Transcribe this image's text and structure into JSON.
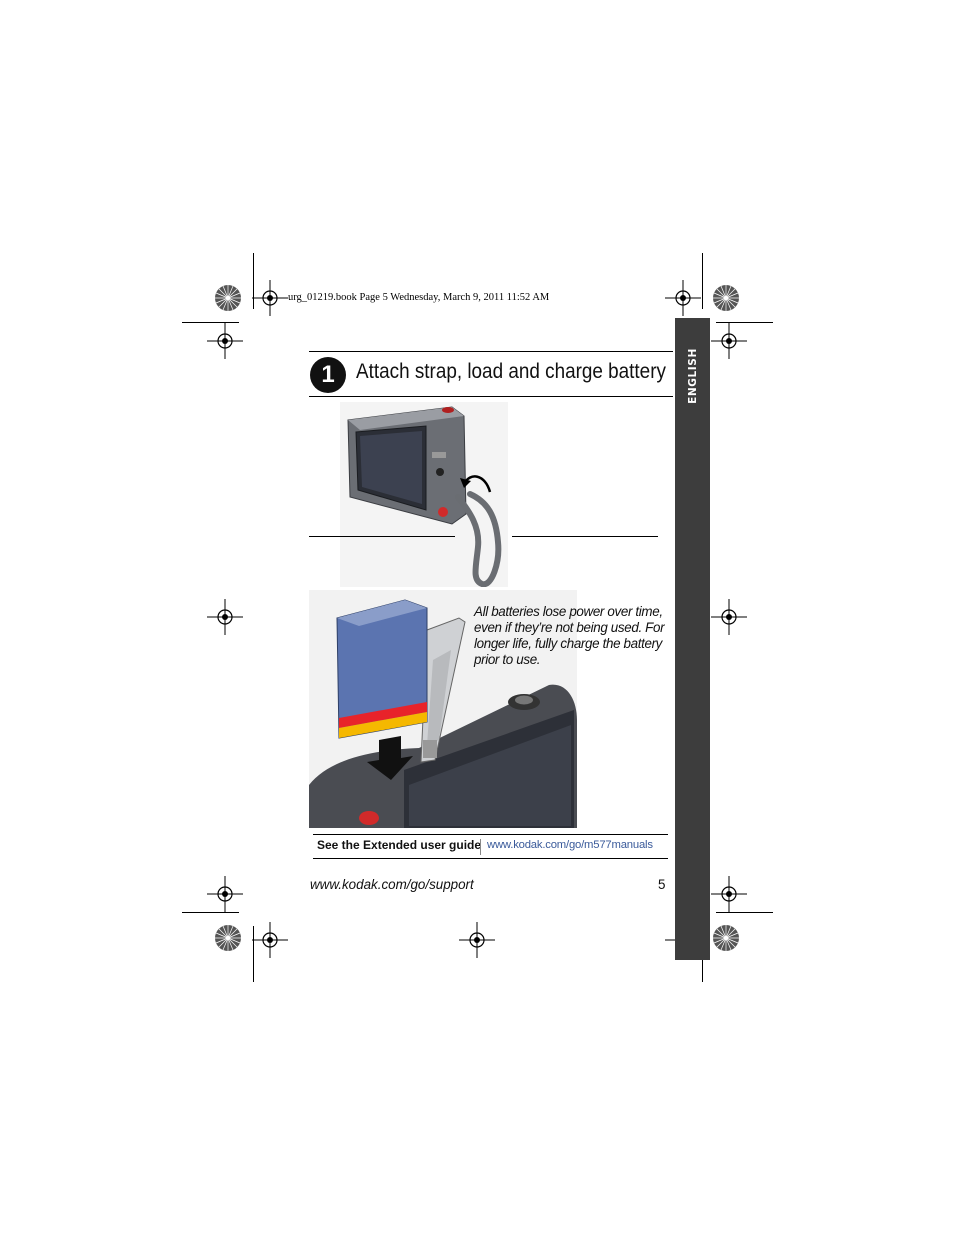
{
  "header": {
    "file_info": "urg_01219.book  Page 5  Wednesday, March 9, 2011  11:52 AM"
  },
  "side_tab": {
    "label": "ENGLISH",
    "color": "#3d3d3d"
  },
  "section": {
    "step_number": "1",
    "title": "Attach strap, load and charge battery"
  },
  "battery_note": {
    "text": "All batteries lose power over time, even if they’re not being used. For longer life, fully charge the battery prior to use."
  },
  "extended_guide": {
    "label": "See the Extended user guide",
    "link": "www.kodak.com/go/m577manuals",
    "link_color": "#3a5a9a"
  },
  "footer": {
    "support_link": "www.kodak.com/go/support",
    "page_number": "5"
  },
  "illustrations": {
    "camera_strap": "camera-strap-illustration",
    "battery_loading": "battery-loading-illustration",
    "battery_color": "#5b74b0",
    "stripe_colors": [
      "#e8232a",
      "#f5b800"
    ]
  }
}
